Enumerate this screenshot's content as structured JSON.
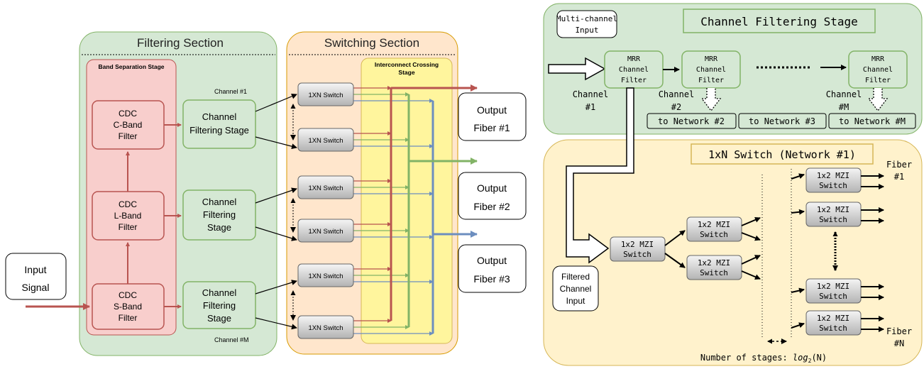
{
  "left": {
    "input_label_1": "Input",
    "input_label_2": "Signal",
    "filtering_section_title": "Filtering Section",
    "band_separation_title": "Band Separation Stage",
    "band_filters": [
      {
        "line1": "CDC",
        "line2": "C-Band",
        "line3": "Filter"
      },
      {
        "line1": "CDC",
        "line2": "L-Band",
        "line3": "Filter"
      },
      {
        "line1": "CDC",
        "line2": "S-Band",
        "line3": "Filter"
      }
    ],
    "channel_1_label": "Channel #1",
    "channel_m_label": "Channel #M",
    "channel_stage_1": {
      "line1": "Channel",
      "line2": "Filtering Stage"
    },
    "channel_stage_2": {
      "line1": "Channel",
      "line2": "Filtering",
      "line3": "Stage"
    },
    "channel_stage_3": {
      "line1": "Channel",
      "line2": "Filtering",
      "line3": "Stage"
    },
    "switching_section_title": "Switching Section",
    "interconnect_title_1": "Interconnect Crossing",
    "interconnect_title_2": "Stage",
    "switch_label": "1XN Switch",
    "outputs": [
      {
        "line1": "Output",
        "line2": "Fiber #1"
      },
      {
        "line1": "Output",
        "line2": "Fiber #2"
      },
      {
        "line1": "Output",
        "line2": "Fiber #3"
      }
    ]
  },
  "right": {
    "multi_channel_input_1": "Multi-channel",
    "multi_channel_input_2": "Input",
    "channel_filtering_stage_title": "Channel Filtering Stage",
    "mrr_line1": "MRR",
    "mrr_line2": "Channel",
    "mrr_line3": "Filter",
    "channel_1": {
      "line1": "Channel",
      "line2": "#1"
    },
    "channel_2": {
      "line1": "Channel",
      "line2": "#2"
    },
    "channel_m": {
      "line1": "Channel",
      "line2": "#M"
    },
    "network_boxes": [
      "to Network #2",
      "to Network #3",
      "to Network #M"
    ],
    "switch_title": "1xN Switch (Network #1)",
    "mzi_line1": "1x2 MZI",
    "mzi_line2": "Switch",
    "filtered_input": {
      "line1": "Filtered",
      "line2": "Channel",
      "line3": "Input"
    },
    "fiber_1": {
      "line1": "Fiber",
      "line2": "#1"
    },
    "fiber_n": {
      "line1": "Fiber",
      "line2": "#N"
    },
    "stages_label_prefix": "Number of stages: ",
    "stages_label_log": "log",
    "stages_label_sub": "2",
    "stages_label_suffix": "(N)"
  },
  "colors": {
    "red": "#b85450",
    "green": "#82b366",
    "blue": "#6c8ebf",
    "green_fill": "#d5e8d4",
    "red_fill": "#f8cecc",
    "orange_fill": "#ffe6cc",
    "yellow_fill": "#fff2cc",
    "bright_yellow": "#fff59d"
  }
}
